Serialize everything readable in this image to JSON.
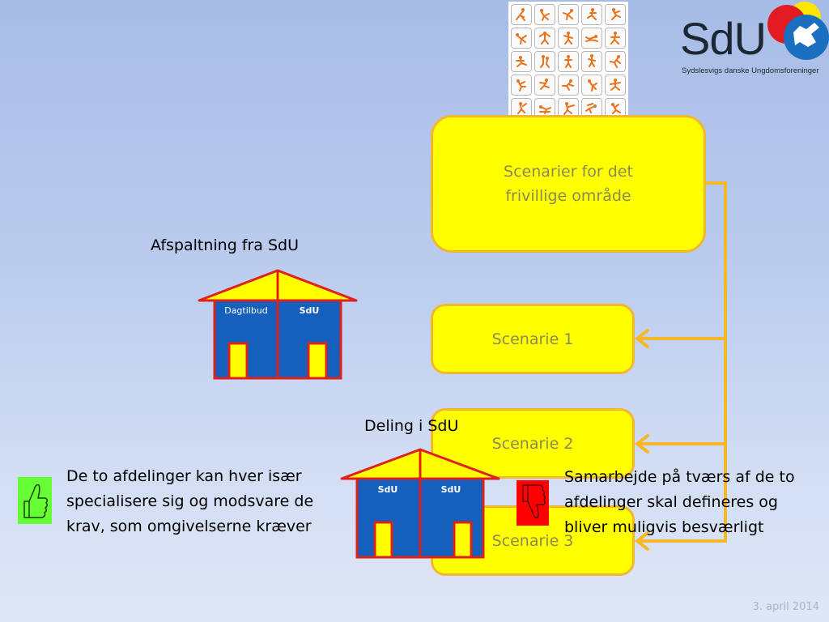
{
  "logo": {
    "name": "SdU",
    "subtitle": "Sydslesvigs danske Ungdomsforeninger"
  },
  "boxes": {
    "main": "Scenarier for det\nfrivillige område",
    "s1": "Scenarie 1",
    "s2": "Scenarie 2",
    "s3": "Scenarie 3"
  },
  "labels": {
    "afspaltning": "Afspaltning fra SdU",
    "deling": "Deling i SdU"
  },
  "houses": {
    "house1": {
      "left": "Dagtilbud",
      "right": "SdU"
    },
    "house2": {
      "left": "SdU",
      "right": "SdU"
    }
  },
  "texts": {
    "pro": "De to afdelinger kan hver især specialisere sig og modsvare de krav, som omgivelserne kræver",
    "con": "Samarbejde på tværs af de to afdelinger skal defineres og bliver muligvis besværligt"
  },
  "footer": {
    "date": "3. april 2014"
  },
  "colors": {
    "box_fill": "#ffff00",
    "box_border": "#f2b731",
    "connector": "#f6b829",
    "house_body": "#1560bd",
    "house_outline": "#e0201b",
    "thumb_up_bg": "#66ff33",
    "thumb_down_bg": "#ff0000"
  },
  "icons": [
    "sports-pictogram-grid",
    "thumbs-up-icon",
    "thumbs-down-icon",
    "sdu-logo-circles"
  ]
}
